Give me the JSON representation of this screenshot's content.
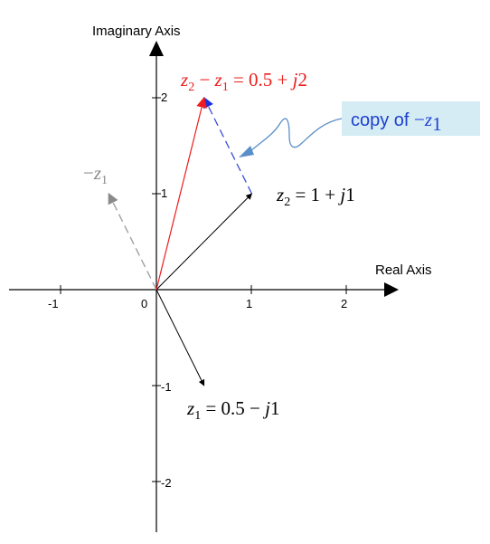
{
  "axes": {
    "x_title": "Real Axis",
    "y_title": "Imaginary Axis",
    "origin_label": "0",
    "x_ticks": [
      "-1",
      "1",
      "2"
    ],
    "y_ticks": [
      "2",
      "1",
      "-1",
      "-2"
    ]
  },
  "vectors": {
    "z1": {
      "tip": [
        0.5,
        -1
      ],
      "label_var": "z",
      "label_sub": "1",
      "label_eq": " = 0.5 − ",
      "label_j": "j",
      "label_tail": "1",
      "color": "#000000"
    },
    "z2": {
      "tip": [
        1,
        1
      ],
      "label_var": "z",
      "label_sub": "2",
      "label_eq": " = 1 + ",
      "label_j": "j",
      "label_tail": "1",
      "color": "#000000"
    },
    "diff": {
      "tip": [
        0.5,
        2
      ],
      "label_var1": "z",
      "label_sub1": "2",
      "label_minus": " − ",
      "label_var2": "z",
      "label_sub2": "1",
      "label_eq": " = 0.5 + ",
      "label_j": "j",
      "label_tail": "2",
      "color": "#ee1c1c"
    },
    "neg_z1": {
      "tip": [
        -0.5,
        1
      ],
      "label_minus": "−",
      "label_var": "z",
      "label_sub": "1",
      "color": "#999999"
    },
    "copy_neg_z1": {
      "from": [
        1,
        1
      ],
      "to": [
        0.5,
        2
      ],
      "color": "#3b4fd4"
    }
  },
  "callout": {
    "text": "copy of ",
    "math_minus": "−",
    "math_var": "z",
    "math_sub": "1",
    "box_color": "#d5ecf4",
    "text_color": "#1e3fd0",
    "arrow_color": "#5b8fc9"
  }
}
